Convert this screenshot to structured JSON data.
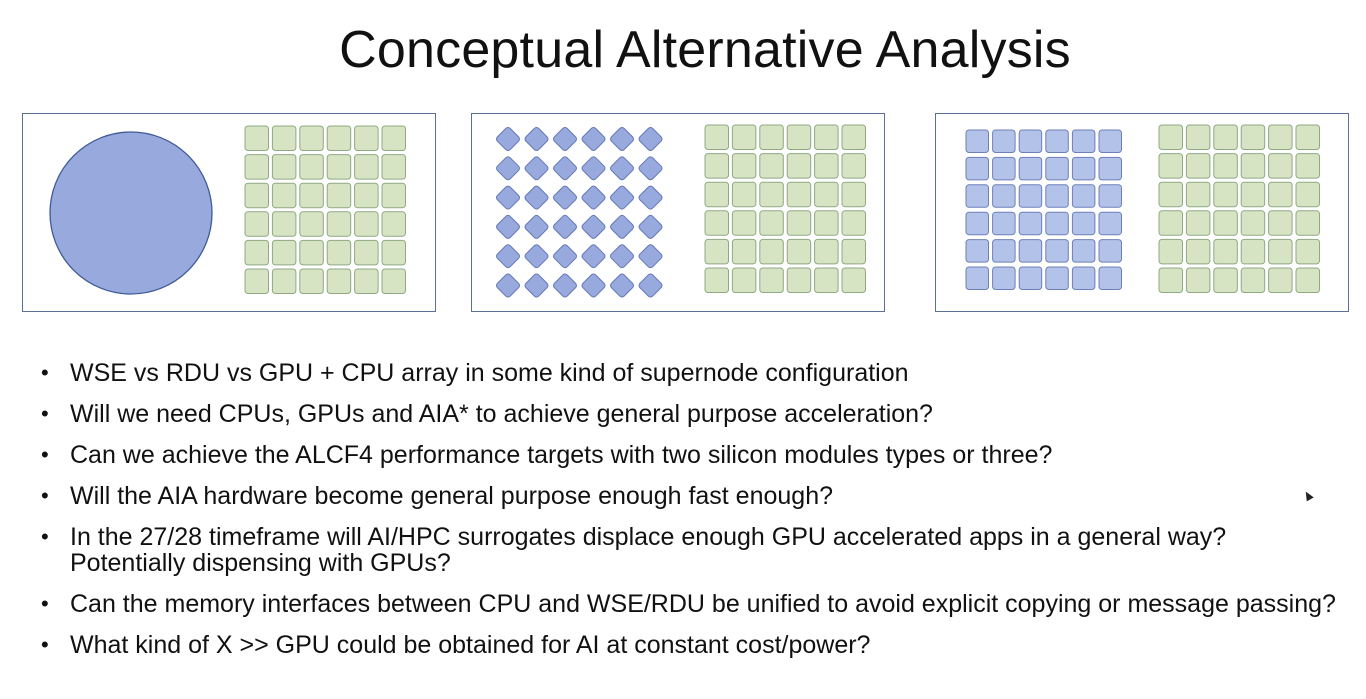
{
  "slide": {
    "title": "Conceptual Alternative Analysis"
  },
  "diagram": {
    "panels": [
      {
        "kind": "wafer-plus-grid"
      },
      {
        "kind": "diamond-array-plus-grid"
      },
      {
        "kind": "square-array-plus-grid"
      }
    ],
    "colors": {
      "accelerator_fill": "#98a9dd",
      "accelerator_stroke": "#6378b8",
      "cpu_fill": "#d6e4c4",
      "cpu_stroke": "#8fa982",
      "border": "#5b6f98"
    }
  },
  "bullets": [
    "WSE vs RDU vs GPU + CPU array in some kind of supernode configuration",
    "Will we need CPUs, GPUs and AIA* to achieve general purpose acceleration?",
    "Can we achieve the ALCF4 performance targets with two silicon modules types or three?",
    "Will the AIA hardware become general purpose enough fast enough?",
    "In the 27/28 timeframe will AI/HPC surrogates displace enough GPU accelerated apps in a general way? Potentially dispensing with GPUs?",
    "Can the memory interfaces between CPU and WSE/RDU be unified to avoid explicit copying or message passing?",
    "What kind of X >> GPU could be obtained for AI at constant cost/power?"
  ]
}
